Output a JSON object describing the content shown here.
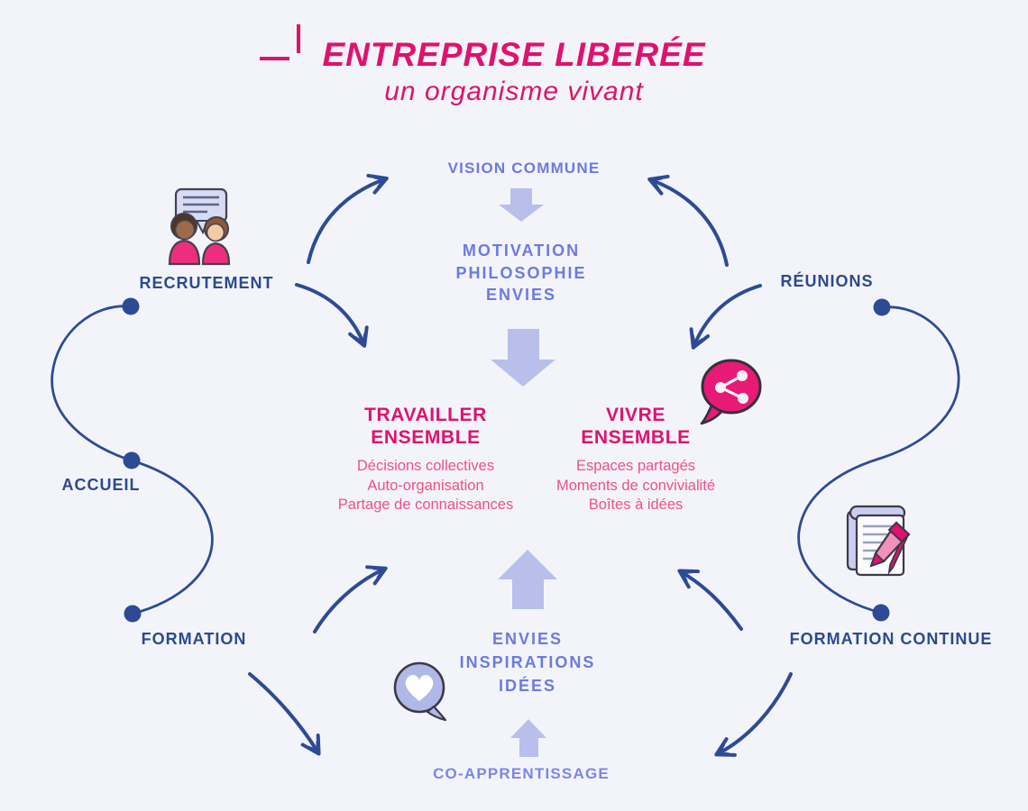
{
  "header": {
    "title": "ENTREPRISE LIBERÉE",
    "subtitle": "un organisme vivant"
  },
  "flow": {
    "vision": "VISION COMMUNE",
    "motivation_block": "MOTIVATION\nPHILOSOPHIE\nENVIES",
    "envies_block": "ENVIES\nINSPIRATIONS\nIDÉES",
    "co_apprentissage": "CO-APPRENTISSAGE"
  },
  "center": {
    "travailler": {
      "heading": "TRAVAILLER\nENSEMBLE",
      "items": [
        "Décisions collectives",
        "Auto-organisation",
        "Partage de connaissances"
      ]
    },
    "vivre": {
      "heading": "VIVRE\nENSEMBLE",
      "items": [
        "Espaces partagés",
        "Moments de convivialité",
        "Boîtes à idées"
      ]
    }
  },
  "labels": {
    "recrutement": "RECRUTEMENT",
    "accueil": "ACCUEIL",
    "formation": "FORMATION",
    "reunions": "RÉUNIONS",
    "formation_continue": "FORMATION CONTINUE"
  },
  "icons": [
    "two-people-chat-icon",
    "share-bubble-icon",
    "notepad-pen-icon",
    "heart-bubble-icon",
    "logo-mark"
  ],
  "colors": {
    "background": "#F3F4F9",
    "magenta": "#E0116F",
    "pink_text": "#EE5087",
    "periwinkle_text": "#6C7AE3",
    "lavender_arrow": "#B7BFEA",
    "dark_blue": "#2B4A8F"
  }
}
